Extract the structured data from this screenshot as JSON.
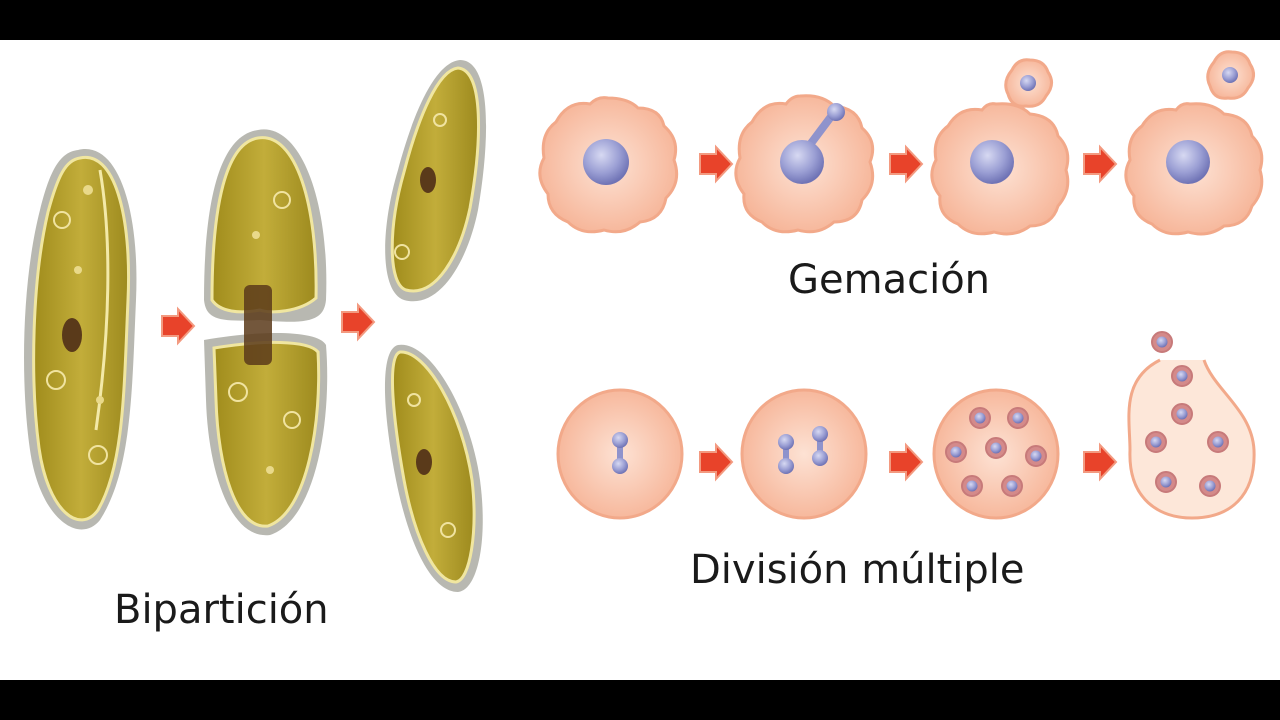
{
  "labels": {
    "biparticion": "Bipartición",
    "gemacion": "Gemación",
    "division_multiple": "División múltiple"
  },
  "colors": {
    "paramecium_fill": "#b8a22e",
    "paramecium_outline": "#8f8f86",
    "cell_fill": "#fbcab4",
    "nucleus": "#9b9fd4",
    "arrow": "#e8432a",
    "text": "#1a1a1a"
  }
}
